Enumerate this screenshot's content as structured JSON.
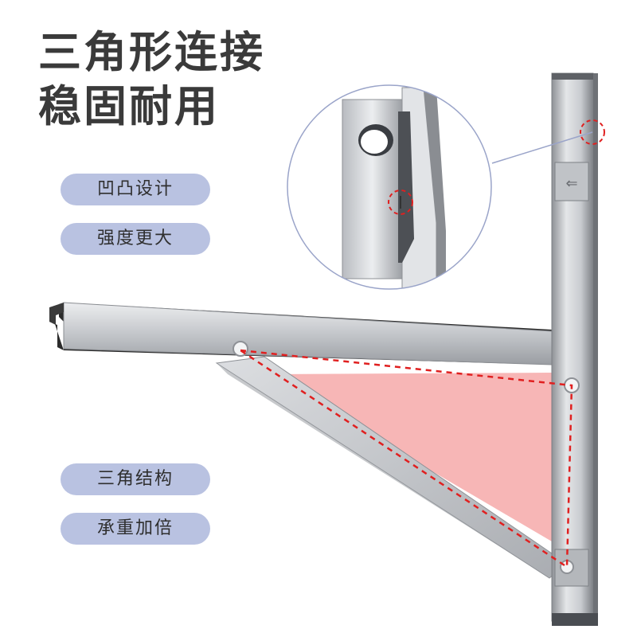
{
  "headline": {
    "line1": "三角形连接",
    "line2": "稳固耐用"
  },
  "top_features": [
    "凹凸设计",
    "强度更大"
  ],
  "bottom_features": [
    "三角结构",
    "承重加倍"
  ],
  "colors": {
    "heading": "#3a3a3a",
    "pill_bg": "#b9c2e1",
    "pill_text": "#2f2f2f",
    "accent_dash": "#e02020",
    "triangle_fill": "#f7b6b6",
    "metal_light": "#d9dbdd",
    "metal_dark": "#8e9196"
  },
  "icons": {
    "zoom_callout": "magnifier-circle",
    "marker": "red-dashed-circle",
    "arrow": "left-double-arrow"
  }
}
